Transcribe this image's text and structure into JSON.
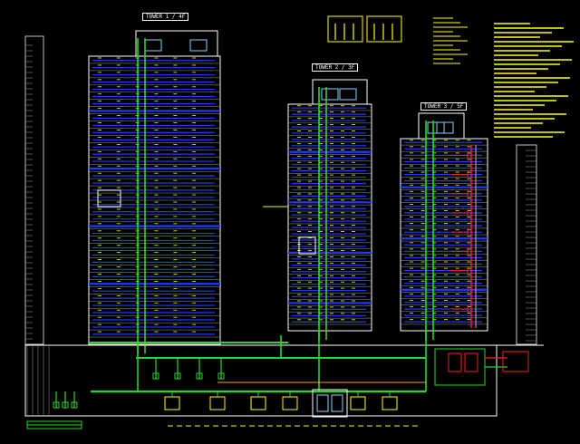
{
  "towers": [
    {
      "id": "t1",
      "title": "TOWER 1 / 4F"
    },
    {
      "id": "t2",
      "title": "TOWER 2 / 3F"
    },
    {
      "id": "t3",
      "title": "TOWER 3 / 5F"
    }
  ],
  "colors": {
    "background": "#000000",
    "building_outline": "#ffffff",
    "floor_pipe": "#1e3cff",
    "riser": "#2bd62b",
    "annotation": "#ffff00",
    "hot_line": "#ff2020",
    "return_line": "#ff9c9c",
    "outline": "#c0c0c0"
  }
}
